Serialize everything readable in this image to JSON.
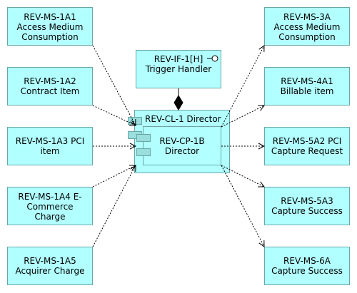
{
  "diagram": {
    "left_components": [
      {
        "id": "ms-1a1",
        "label": "REV-MS-1A1 Access Medium Consumption"
      },
      {
        "id": "ms-1a2",
        "label": "REV-MS-1A2 Contract Item"
      },
      {
        "id": "ms-1a3",
        "label": "REV-MS-1A3 PCI item"
      },
      {
        "id": "ms-1a4",
        "label": "REV-MS-1A4 E-Commerce Charge"
      },
      {
        "id": "ms-1a5",
        "label": "REV-MS-1A5 Acquirer Charge"
      }
    ],
    "right_components": [
      {
        "id": "ms-3a",
        "label": "REV-MS-3A Access Medium Consumption"
      },
      {
        "id": "ms-4a1",
        "label": "REV-MS-4A1 Billable item"
      },
      {
        "id": "ms-5a2",
        "label": "REV-MS-5A2 PCI Capture Request"
      },
      {
        "id": "ms-5a3",
        "label": "REV-MS-5A3 Capture Success"
      },
      {
        "id": "ms-6a",
        "label": "REV-MS-6A Capture Success"
      }
    ],
    "interface_box": {
      "label": "REV-IF-1[H] Trigger Handler"
    },
    "outer_component": {
      "label": "REV-CL-1 Director"
    },
    "inner_component": {
      "label": "REV-CP-1B Director"
    },
    "colors": {
      "fill": "#b2ffff",
      "border": "#6aa6a6",
      "tab": "#9adede",
      "line": "#000000"
    }
  }
}
